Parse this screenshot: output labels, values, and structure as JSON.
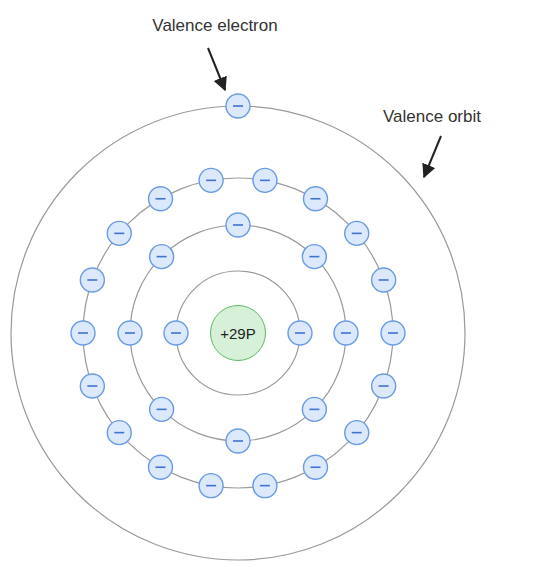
{
  "diagram": {
    "nodes": [
      {
        "text": [
          "+29P"
        ]
      }
    ],
    "labels": [
      "Valence electron",
      "Valence orbit"
    ]
  }
}
